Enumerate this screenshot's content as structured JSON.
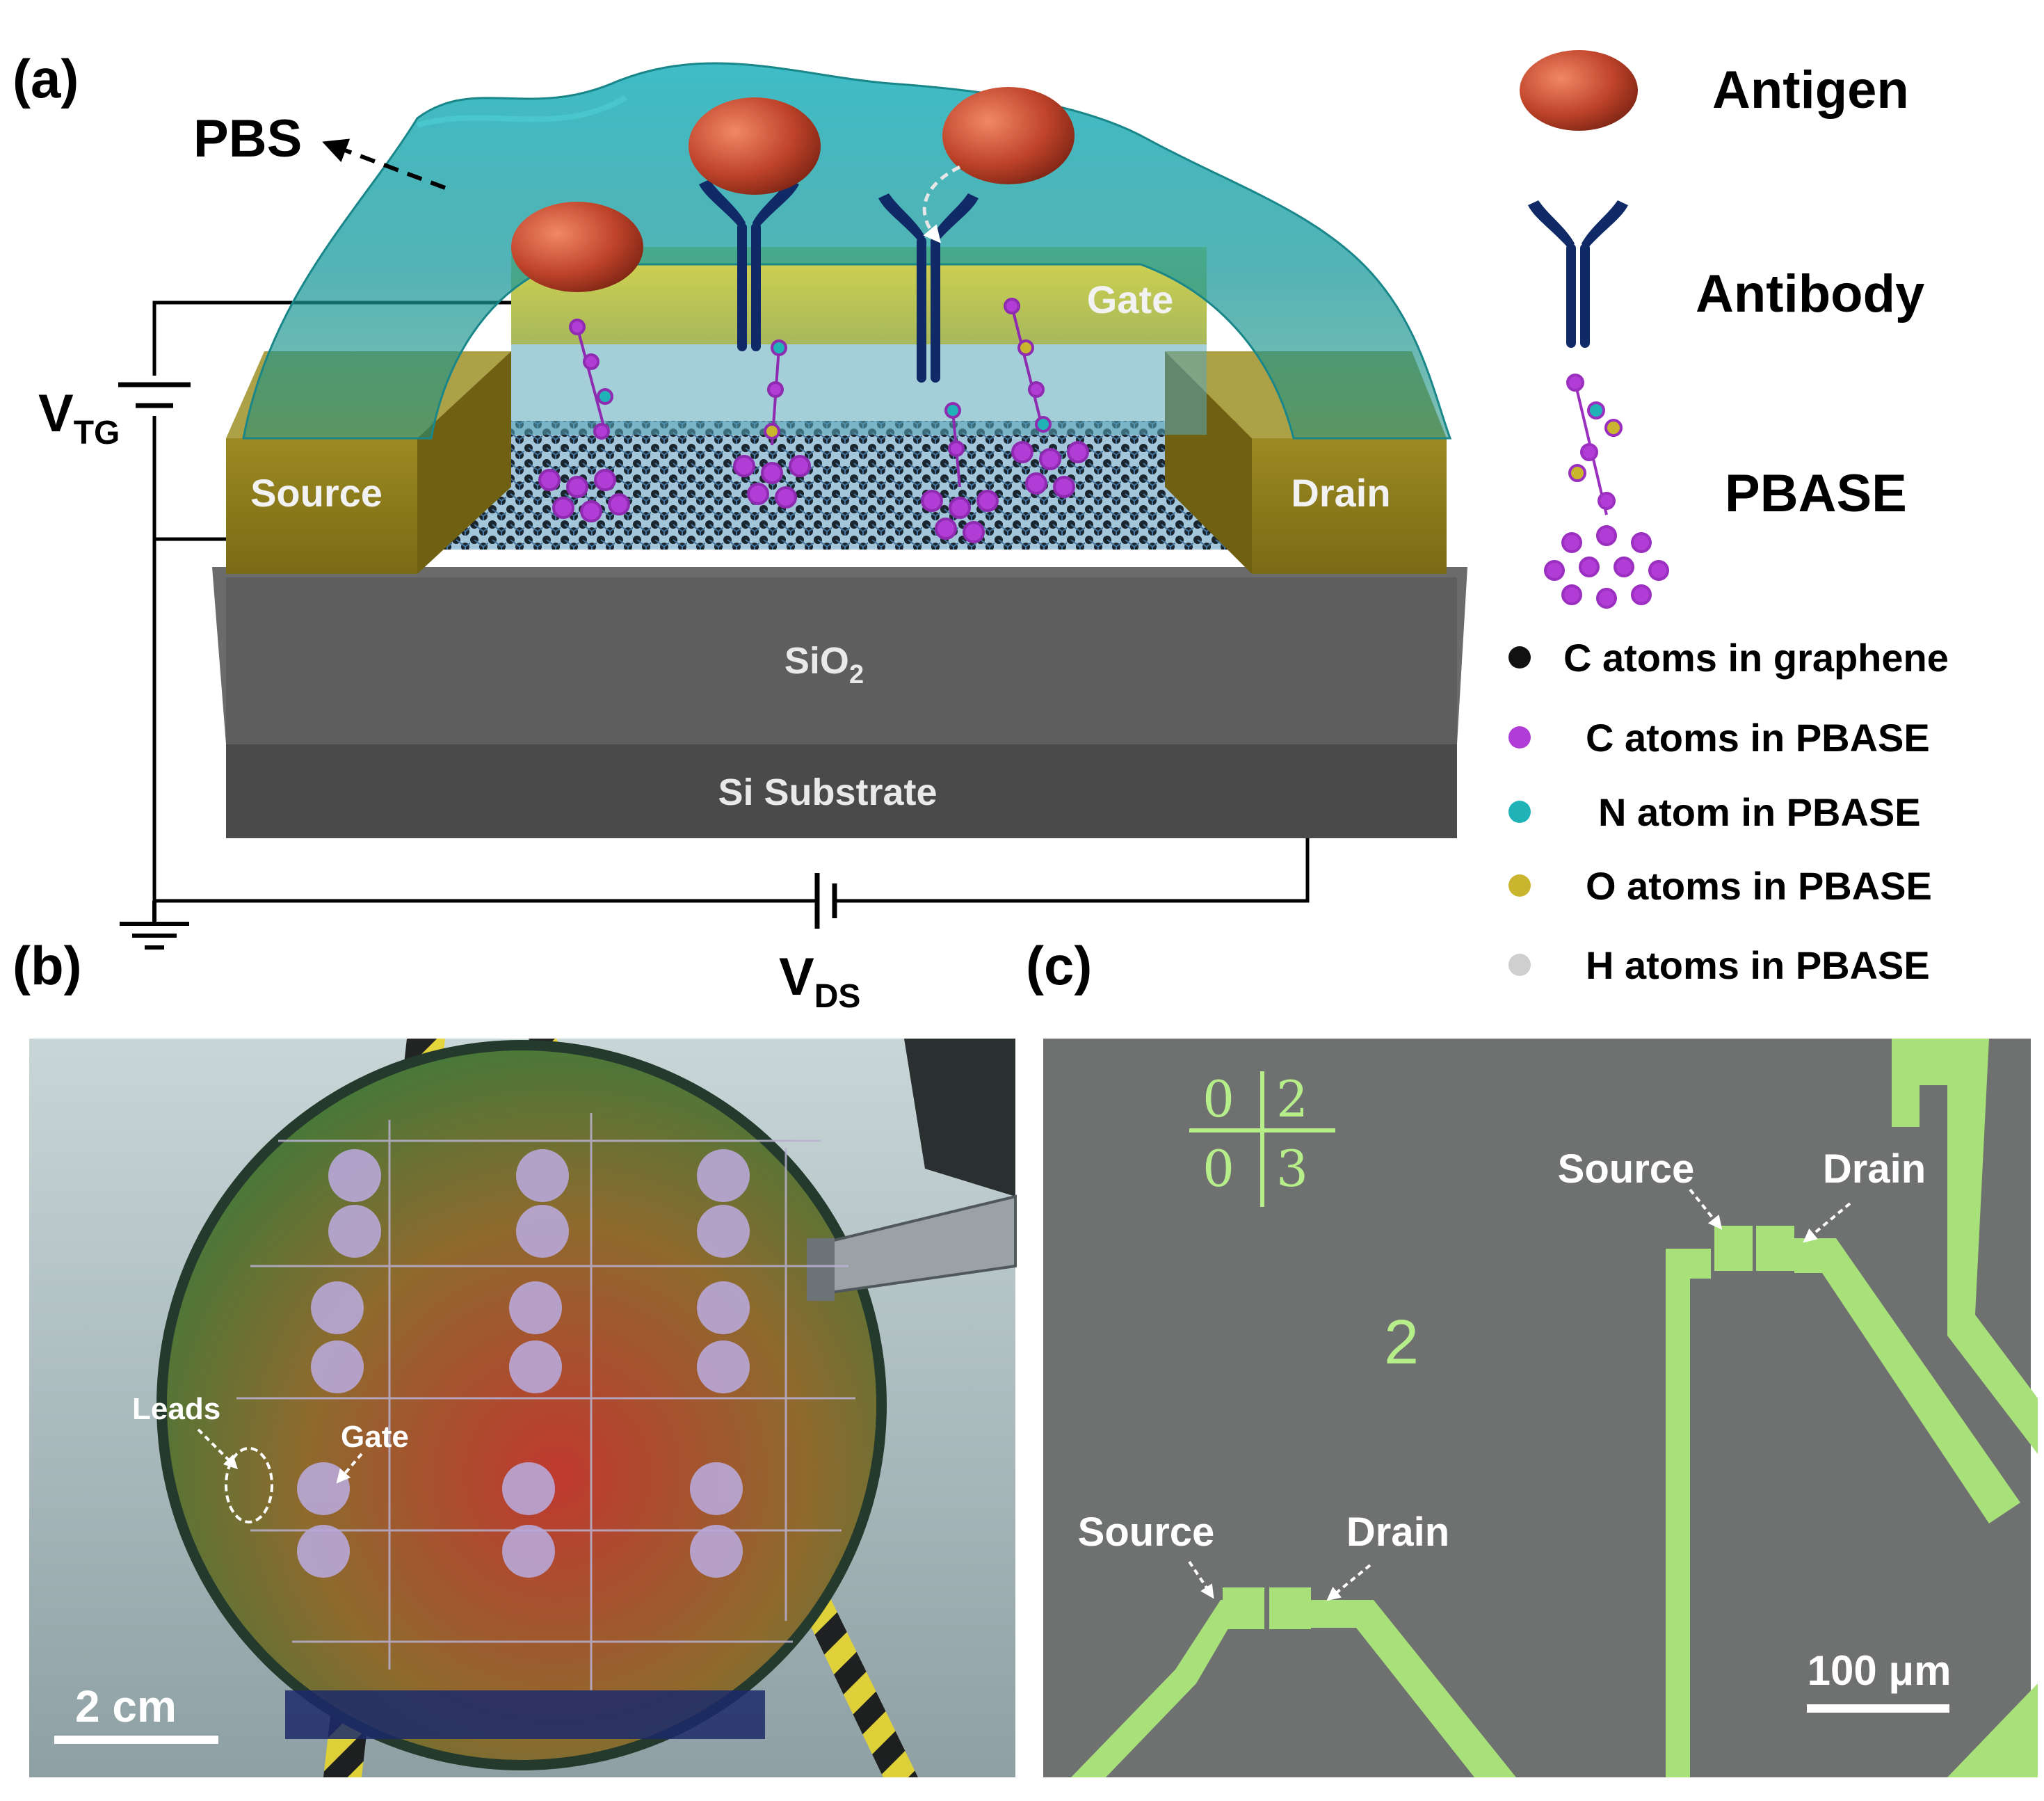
{
  "panels": {
    "a": {
      "label": "(a)"
    },
    "b": {
      "label": "(b)"
    },
    "c": {
      "label": "(c)"
    }
  },
  "schematic": {
    "pbs": "PBS",
    "gate": "Gate",
    "source": "Source",
    "drain": "Drain",
    "sio2_base": "SiO",
    "sio2_sub": "2",
    "substrate": "Si Substrate",
    "vtg_base": "V",
    "vtg_sub": "TG",
    "vds_base": "V",
    "vds_sub": "DS"
  },
  "legend": {
    "antigen": "Antigen",
    "antibody": "Antibody",
    "pbase": "PBASE",
    "items": [
      {
        "label": "C atoms in graphene",
        "color": "#111111"
      },
      {
        "label": "C atoms in PBASE",
        "color": "#b23cd6"
      },
      {
        "label": "N atom in PBASE",
        "color": "#1fb3b8"
      },
      {
        "label": "O atoms in PBASE",
        "color": "#c9b52e"
      },
      {
        "label": "H atoms in PBASE",
        "color": "#cfcfcf"
      }
    ]
  },
  "photo_b": {
    "leads": "Leads",
    "gate": "Gate",
    "scale": "2 cm"
  },
  "micro_c": {
    "mark_tl": "0",
    "mark_tr": "2",
    "mark_bl": "0",
    "mark_br": "3",
    "center_number": "2",
    "source_1": "Source",
    "drain_1": "Drain",
    "source_2": "Source",
    "drain_2": "Drain",
    "scale": "100 μm"
  },
  "colors": {
    "electrode": "#8a7a1c",
    "gate": "#c8c43a",
    "oxide": "#5a5a5a",
    "substrate": "#444444",
    "pbs": "#1fa5a8",
    "antibody": "#0f2a66",
    "antigen": "#b8432a",
    "trace": "#a8e07a"
  }
}
